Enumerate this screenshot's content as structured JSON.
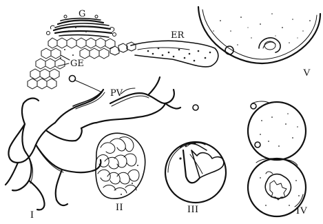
{
  "labels": {
    "golgi": "G",
    "er": "ER",
    "ge": "GE",
    "pv": "P",
    "pv_sub": "V",
    "fig1": "I",
    "fig2": "II",
    "fig3": "III",
    "fig4": "IV",
    "fig5": "V"
  },
  "colors": {
    "ink": "#111111",
    "background": "#ffffff",
    "cell_fill": "#f4f4f4"
  }
}
